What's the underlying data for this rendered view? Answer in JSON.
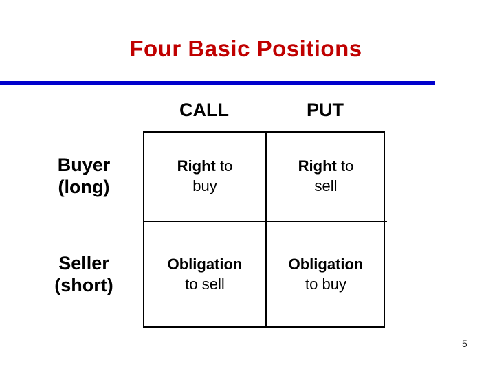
{
  "slide": {
    "title": "Four Basic Positions",
    "page_number": "5",
    "colors": {
      "title_red": "#C00000",
      "rule_blue": "#0000CC",
      "text_black": "#000000",
      "background": "#FFFFFF"
    },
    "table": {
      "column_headers": [
        "CALL",
        "PUT"
      ],
      "row_headers": [
        {
          "line1": "Buyer",
          "line2": "(long)"
        },
        {
          "line1": "Seller",
          "line2": "(short)"
        }
      ],
      "cells": [
        [
          {
            "line1_bold": "Right",
            "line1_rest": " to",
            "line2": "buy"
          },
          {
            "line1_bold": "Right",
            "line1_rest": " to",
            "line2": "sell"
          }
        ],
        [
          {
            "line1_bold": "Obligation",
            "line1_rest": "",
            "line2": "to sell"
          },
          {
            "line1_bold": "Obligation",
            "line1_rest": "",
            "line2": "to buy"
          }
        ]
      ]
    }
  }
}
